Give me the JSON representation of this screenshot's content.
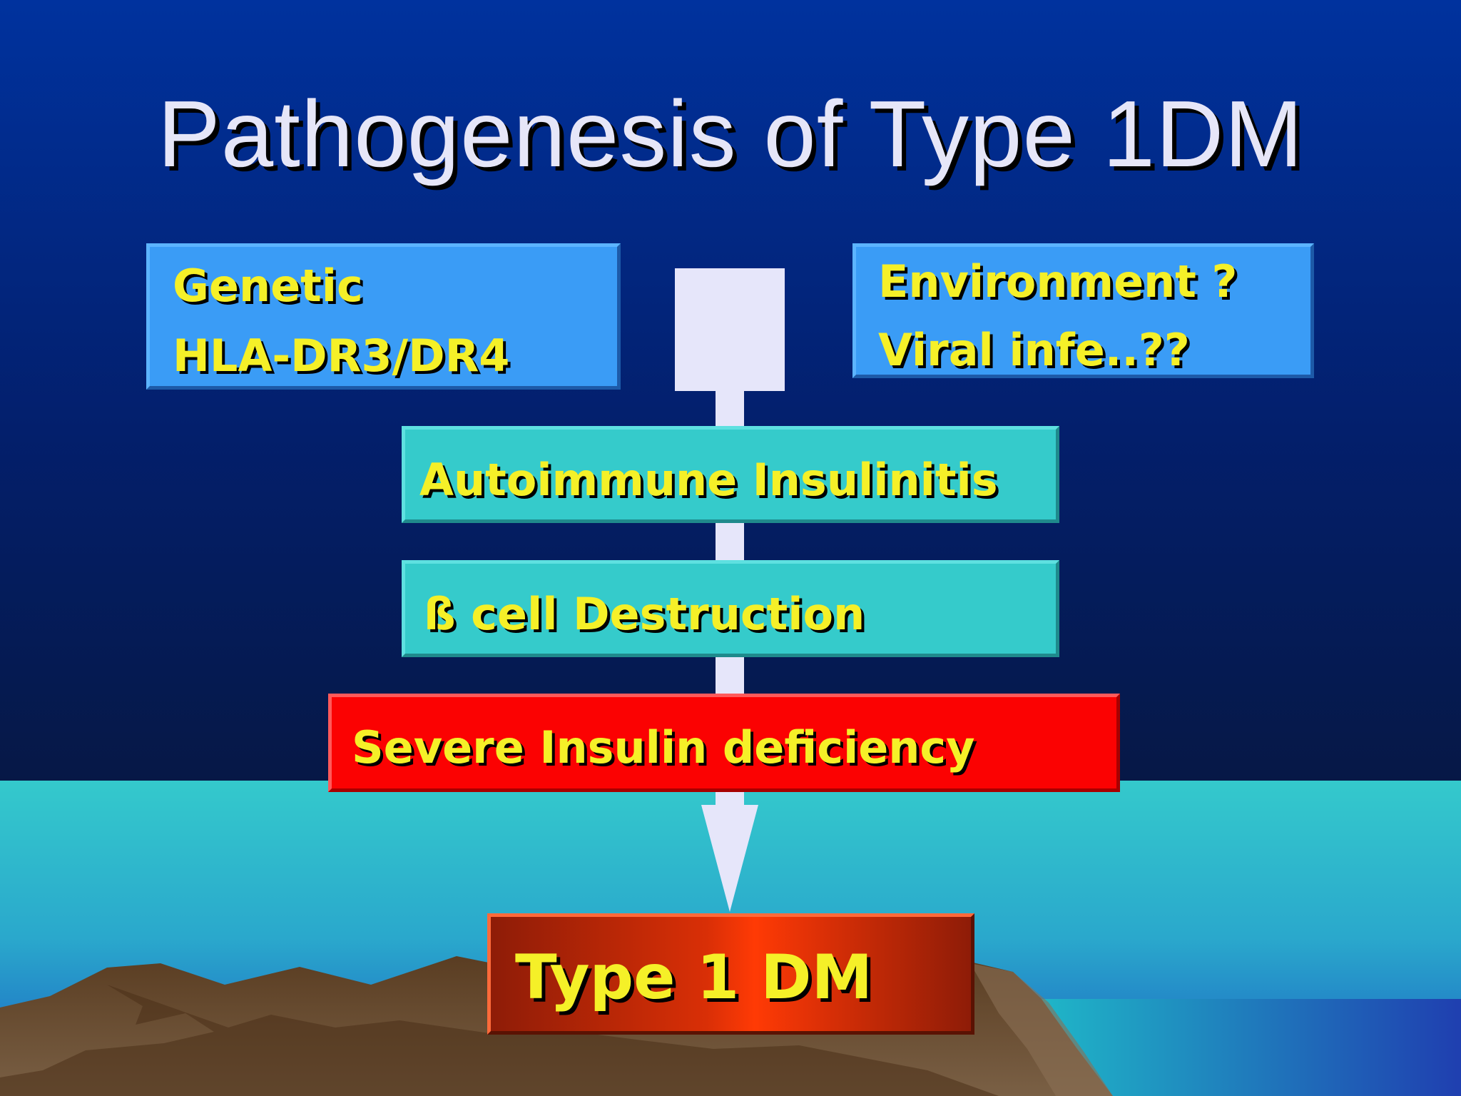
{
  "title": "Pathogenesis of Type 1DM",
  "factors": {
    "genetic": {
      "line1": "Genetic",
      "line2": "HLA-DR3/DR4"
    },
    "environment": {
      "line1": "Environment ?",
      "line2": "Viral infe..??"
    }
  },
  "steps": {
    "autoimmune": "Autoimmune Insulinitis",
    "beta_cell": "ß cell Destruction",
    "insulin_deficiency": "Severe Insulin deficiency",
    "outcome": "Type 1 DM"
  },
  "colors": {
    "factor_box": "#3a9cf6",
    "step_box": "#35cbcb",
    "deficiency_box": "#fb0202",
    "outcome_box": "#d92f06",
    "label_text": "#f5f028",
    "arrow": "#e6e6fa"
  }
}
